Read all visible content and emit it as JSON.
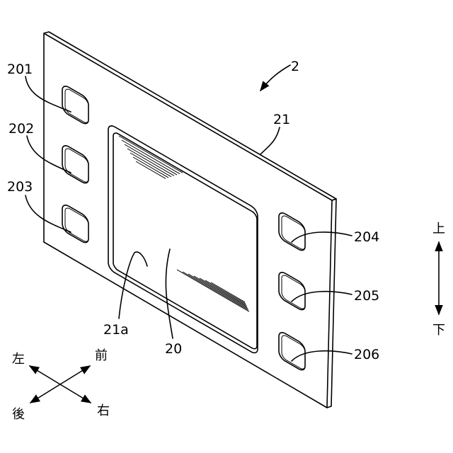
{
  "labels": {
    "device": "2",
    "plate": "21",
    "window_edge": "21a",
    "screen": "20",
    "hole_201": "201",
    "hole_202": "202",
    "hole_203": "203",
    "hole_204": "204",
    "hole_205": "205",
    "hole_206": "206"
  },
  "directions": {
    "up": "上",
    "down": "下",
    "left": "左",
    "right": "右",
    "front": "前",
    "back": "後"
  }
}
